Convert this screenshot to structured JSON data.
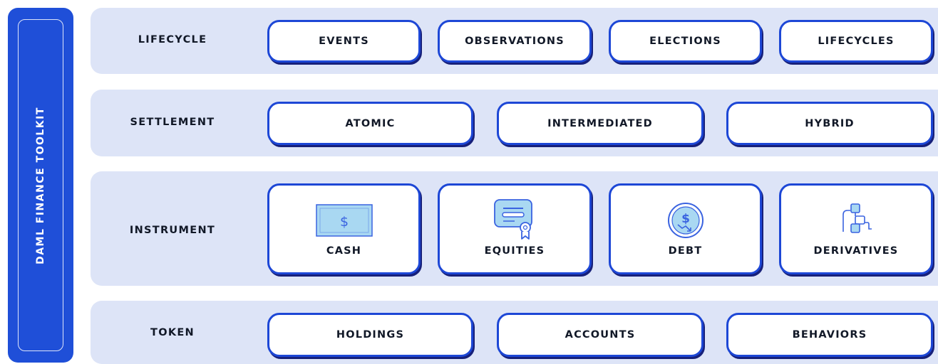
{
  "sidebar": {
    "label": "DAML FINANCE TOOLKIT"
  },
  "layers": {
    "lifecycle": {
      "label": "LIFECYCLE",
      "items": [
        "EVENTS",
        "OBSERVATIONS",
        "ELECTIONS",
        "LIFECYCLES"
      ]
    },
    "settlement": {
      "label": "SETTLEMENT",
      "items": [
        "ATOMIC",
        "INTERMEDIATED",
        "HYBRID"
      ]
    },
    "instrument": {
      "label": "INSTRUMENT",
      "items": [
        {
          "label": "CASH",
          "icon": "cash-icon"
        },
        {
          "label": "EQUITIES",
          "icon": "certificate-icon"
        },
        {
          "label": "DEBT",
          "icon": "coin-decline-icon"
        },
        {
          "label": "DERIVATIVES",
          "icon": "flowchart-icon"
        }
      ]
    },
    "token": {
      "label": "TOKEN",
      "items": [
        "HOLDINGS",
        "ACCOUNTS",
        "BEHAVIORS"
      ]
    }
  },
  "colors": {
    "accent": "#1d47d6",
    "sidebar": "#1f4fd8",
    "band": "#dde4f7",
    "box_shadow": "#17207a",
    "icon_fill": "#a9d8f2",
    "icon_stroke": "#3a63e0"
  }
}
